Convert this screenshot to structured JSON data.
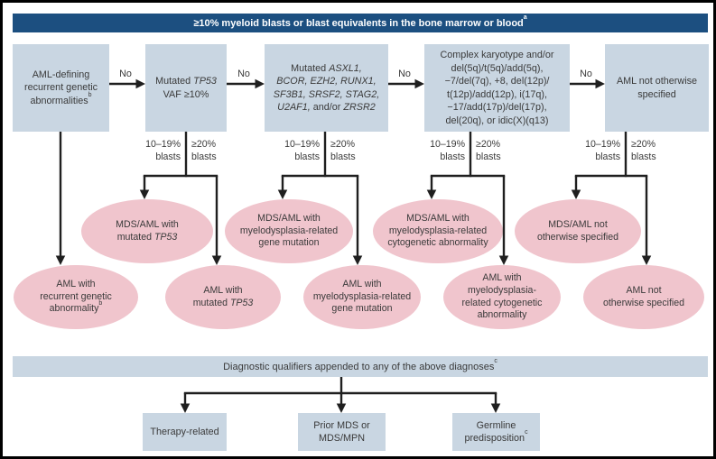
{
  "palette": {
    "banner_blue": "#1c4f80",
    "box_blue": "#c9d6e2",
    "oval_pink": "#f0c5cd",
    "text": "#3a3a3a",
    "line": "#1f1f1f",
    "banner_text": "#ffffff",
    "background": "#ffffff",
    "border": "#000000"
  },
  "flow": {
    "top_banner": {
      "rich": [
        {
          "t": "≥10% myeloid blasts or blast equivalents in the bone marrow or blood"
        },
        {
          "t": "a",
          "sup": true
        }
      ]
    },
    "no_label": "No",
    "branch_labels": {
      "low": {
        "rich": [
          {
            "t": "10–19%"
          },
          {
            "br": true
          },
          {
            "t": "blasts"
          }
        ]
      },
      "high": {
        "rich": [
          {
            "t": "≥20%"
          },
          {
            "br": true
          },
          {
            "t": "blasts"
          }
        ]
      }
    },
    "decision_boxes": [
      {
        "rich": [
          {
            "t": "AML-defining"
          },
          {
            "br": true
          },
          {
            "t": "recurrent genetic"
          },
          {
            "br": true
          },
          {
            "t": "abnormalities"
          },
          {
            "t": "b",
            "sup": true
          }
        ]
      },
      {
        "rich": [
          {
            "t": "Mutated "
          },
          {
            "t": "TP53",
            "i": true
          },
          {
            "br": true
          },
          {
            "t": "VAF ≥10%"
          }
        ]
      },
      {
        "rich": [
          {
            "t": "Mutated "
          },
          {
            "t": "ASXL1,",
            "i": true
          },
          {
            "br": true
          },
          {
            "t": "BCOR, EZH2, RUNX1,",
            "i": true
          },
          {
            "br": true
          },
          {
            "t": "SF3B1, SRSF2, STAG2,",
            "i": true
          },
          {
            "br": true
          },
          {
            "t": "U2AF1,",
            "i": true
          },
          {
            "t": " and/or "
          },
          {
            "t": "ZRSR2",
            "i": true
          }
        ]
      },
      {
        "rich": [
          {
            "t": "Complex karyotype and/or"
          },
          {
            "br": true
          },
          {
            "t": "del(5q)/t(5q)/add(5q),"
          },
          {
            "br": true
          },
          {
            "t": "−7/del(7q), +8, del(12p)/"
          },
          {
            "br": true
          },
          {
            "t": "t(12p)/add(12p), i(17q),"
          },
          {
            "br": true
          },
          {
            "t": "−17/add(17p)/del(17p),"
          },
          {
            "br": true
          },
          {
            "t": "del(20q), or idic(X)(q13)"
          }
        ]
      },
      {
        "rich": [
          {
            "t": "AML not otherwise"
          },
          {
            "br": true
          },
          {
            "t": "specified"
          }
        ]
      }
    ],
    "outcomes_row1": [
      {
        "rich": [
          {
            "t": "MDS/AML with"
          },
          {
            "br": true
          },
          {
            "t": "mutated "
          },
          {
            "t": "TP53",
            "i": true
          }
        ]
      },
      {
        "rich": [
          {
            "t": "MDS/AML with"
          },
          {
            "br": true
          },
          {
            "t": "myelodysplasia-related"
          },
          {
            "br": true
          },
          {
            "t": "gene mutation"
          }
        ]
      },
      {
        "rich": [
          {
            "t": "MDS/AML with"
          },
          {
            "br": true
          },
          {
            "t": "myelodysplasia-related"
          },
          {
            "br": true
          },
          {
            "t": "cytogenetic abnormality"
          }
        ]
      },
      {
        "rich": [
          {
            "t": "MDS/AML not"
          },
          {
            "br": true
          },
          {
            "t": "otherwise specified"
          }
        ]
      }
    ],
    "outcomes_row2": [
      {
        "rich": [
          {
            "t": "AML with"
          },
          {
            "br": true
          },
          {
            "t": "recurrent genetic"
          },
          {
            "br": true
          },
          {
            "t": "abnormality"
          },
          {
            "t": "b",
            "sup": true
          }
        ]
      },
      {
        "rich": [
          {
            "t": "AML with"
          },
          {
            "br": true
          },
          {
            "t": "mutated "
          },
          {
            "t": "TP53",
            "i": true
          }
        ]
      },
      {
        "rich": [
          {
            "t": "AML with"
          },
          {
            "br": true
          },
          {
            "t": "myelodysplasia-related"
          },
          {
            "br": true
          },
          {
            "t": "gene mutation"
          }
        ]
      },
      {
        "rich": [
          {
            "t": "AML with"
          },
          {
            "br": true
          },
          {
            "t": "myelodysplasia-"
          },
          {
            "br": true
          },
          {
            "t": "related cytogenetic"
          },
          {
            "br": true
          },
          {
            "t": "abnormality"
          }
        ]
      },
      {
        "rich": [
          {
            "t": "AML not"
          },
          {
            "br": true
          },
          {
            "t": "otherwise specified"
          }
        ]
      }
    ],
    "qualifier_banner": {
      "rich": [
        {
          "t": "Diagnostic qualifiers appended to any of the above diagnoses"
        },
        {
          "t": "c",
          "sup": true
        }
      ]
    },
    "qualifier_boxes": [
      {
        "rich": [
          {
            "t": "Therapy-related"
          }
        ]
      },
      {
        "rich": [
          {
            "t": "Prior MDS or"
          },
          {
            "br": true
          },
          {
            "t": "MDS/MPN"
          }
        ]
      },
      {
        "rich": [
          {
            "t": "Germline"
          },
          {
            "br": true
          },
          {
            "t": "predisposition"
          },
          {
            "t": "c",
            "sup": true
          }
        ]
      }
    ]
  }
}
